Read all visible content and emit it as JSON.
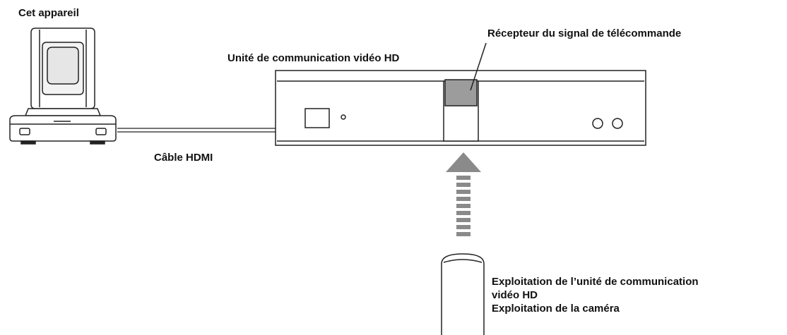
{
  "labels": {
    "camera": "Cet appareil",
    "hd_unit": "Unité de communication vidéo HD",
    "receiver": "Récepteur du signal de télécommande",
    "cable": "Câble HDMI",
    "operation": [
      "Exploitation de l’unité de communication",
      "vidéo HD",
      "Exploitation de la caméra"
    ]
  },
  "colors": {
    "line": "#222222",
    "receiver_fill": "#9c9c9c",
    "signal_fill": "#8a8a8a",
    "camera_lens_fill": "#e6e6e6"
  },
  "icons": {
    "camera": "ptz-camera-icon",
    "unit": "video-communication-unit-icon",
    "remote": "remote-control-icon",
    "signal": "infrared-signal-arrow-icon"
  }
}
